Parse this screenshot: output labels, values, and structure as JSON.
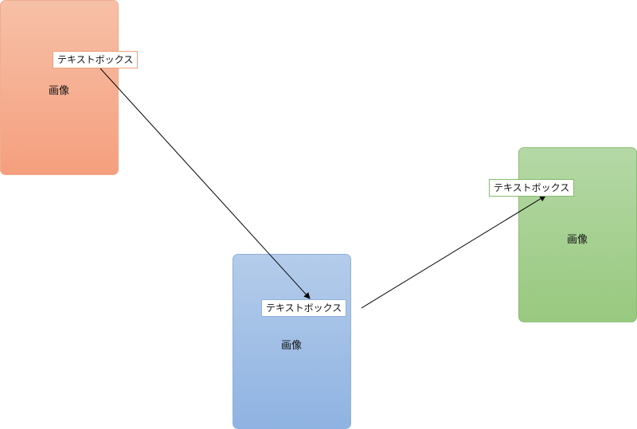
{
  "shapes": [
    {
      "id": "image-orange",
      "label": "画像",
      "color": "#f7b294",
      "textbox": "テキストボックス"
    },
    {
      "id": "image-blue",
      "label": "画像",
      "color": "#a6c2e8",
      "textbox": "テキストボックス"
    },
    {
      "id": "image-green",
      "label": "画像",
      "color": "#a8d294",
      "textbox": "テキストボックス"
    }
  ],
  "connectors": [
    {
      "from": "image-orange",
      "to": "image-blue"
    },
    {
      "from": "image-blue",
      "to": "image-green"
    }
  ]
}
